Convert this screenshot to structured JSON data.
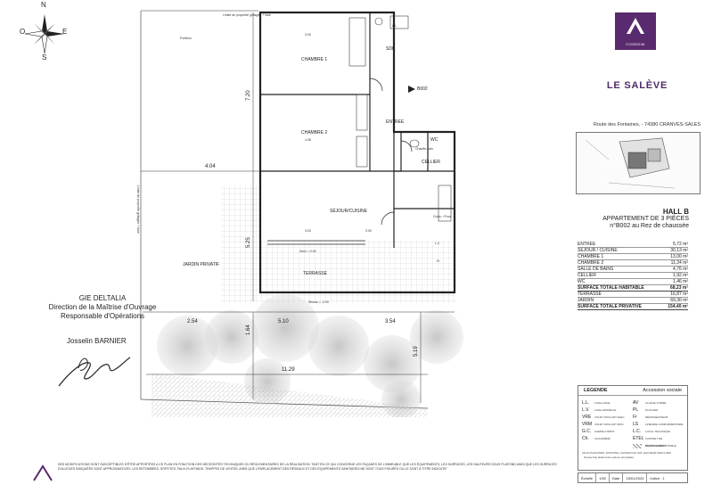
{
  "compass": {
    "n": "N",
    "e": "E",
    "s": "S",
    "w": "O"
  },
  "plan": {
    "top_note": "Limite de propriété grillagée + haie",
    "fenced_note": "Portillon\n90 cm",
    "rooms": {
      "chambre1": "CHAMBRE 1",
      "chambre2": "CHAMBRE 2",
      "sejour": "SÉJOUR/CUISINE",
      "sdb": "SDB",
      "entree": "ENTREE",
      "wc": "WC",
      "cellier": "CELLIER",
      "terrasse": "TERRASSE",
      "jardin": "JARDIN PRIVATIF",
      "ll": "L.L.",
      "lc": "L.C.",
      "fr": "Fr.",
      "cuisson": "Cuiss. +Four",
      "chauffe": "Chauffe-bain",
      "lot": "B002"
    },
    "dims": {
      "w_chambre": "3.00",
      "w_chambre2": "4.38",
      "w_sejour": "3.00",
      "w_top": "3.00",
      "h_total": "7.20",
      "h_jardin": "5.25",
      "h_terr": "1.64",
      "w_jardin": "4.04",
      "seg_a": "2.54",
      "seg_b": "5.10",
      "seg_c": "3.54",
      "diag": "11.29",
      "h_right": "5.19",
      "hsp": "Seuil = 0.00",
      "niveau": "Niveau = -0.00"
    },
    "side_text": "Limite de propriété grillagée + haie"
  },
  "gie": {
    "line1": "GIE DELTALIA",
    "line2": "Direction de la Maîtrise d'Ouvrage",
    "line3": "Responsable d'Opérations",
    "signer": "Josselin BARNIER"
  },
  "brand": {
    "logo": "COGEDIM",
    "residence": "LE SALÈVE"
  },
  "address": "Route des Fontaines, - 74380 CRANVES-SALES",
  "hall": {
    "name": "HALL B",
    "type": "APPARTEMENT DE 3 PIÈCES",
    "lot": "n°B002 au Rez de chaussée"
  },
  "surfaces": [
    {
      "label": "ENTREE",
      "value": "5,72 m²"
    },
    {
      "label": "SEJOUR / CUISINE",
      "value": "30,13 m²"
    },
    {
      "label": "CHAMBRE 1",
      "value": "13,00 m²"
    },
    {
      "label": "CHAMBRE 2",
      "value": "11,24 m²"
    },
    {
      "label": "SALLE DE BAINS",
      "value": "4,76 m²"
    },
    {
      "label": "CELLIER",
      "value": "1,92 m²"
    },
    {
      "label": "WC",
      "value": "1,46 m²"
    }
  ],
  "total_habitable": {
    "label": "SURFACE TOTALE HABITABLE",
    "value": "68,23 m²"
  },
  "exterior": [
    {
      "label": "TERRASSE",
      "value": "16,87 m²"
    },
    {
      "label": "JARDIN",
      "value": "69,30 m²"
    }
  ],
  "total_privative": {
    "label": "SURFACE TOTALE PRIVATIVE",
    "value": "154,40 m²"
  },
  "legend": {
    "title": "LEGENDE",
    "subtitle": "Accession sociale",
    "left": [
      {
        "code": "L.L.",
        "desc": "LAVE-LINGE"
      },
      {
        "code": "L.V.",
        "desc": "LAVE-VAISSELLE"
      },
      {
        "code": "VRE",
        "desc": "VOLET ROULANT ÉLEC."
      },
      {
        "code": "VRM",
        "desc": "VOLET ROULANT MAN."
      },
      {
        "code": "G.C.",
        "desc": "GARDE-CORPS"
      },
      {
        "code": "Ch.",
        "desc": "CHAUDIÈRE"
      }
    ],
    "right": [
      {
        "code": "AV",
        "desc": "ALLÈGE VITRÉE"
      },
      {
        "code": "PL",
        "desc": "PLACARD"
      },
      {
        "code": "Fr",
        "desc": "RÉFRIGÉRATEUR"
      },
      {
        "code": "LS",
        "desc": "LINÉAIRE COMPLÉMENTAIRE"
      },
      {
        "code": "L.C.",
        "desc": "LOCAL TECHNIQUE"
      },
      {
        "code": "ETEL",
        "desc": "COFFRET DE BRANCHEMENT"
      },
      {
        "code": "",
        "desc": "CLOISON DÉMONTABLE"
      }
    ],
    "hatch_note": "FAUX-PLAFONDS, SOFFITES, CAISSON AU SOL HAUTEUR MINI 2,20M",
    "scale_note": "Niveau bas plafond des pièces principales"
  },
  "sheet": {
    "echelle": "Échelle",
    "scale_val": "1/50",
    "date_lbl": "Date",
    "date": "15/01/2024",
    "indice": "Indice : 1"
  },
  "legal": "DES MODIFICATIONS SONT SUSCEPTIBLES D'ÊTRE APPORTÉES A CE PLAN EN FONCTION DES NÉCESSITÉS TECHNIQUES OU RÉGLEMENTAIRES DE LA RÉALISATION. TANT EN CE QUI CONCERNE LES FAÇADES DE L'IMMEUBLE QUE LES ÉQUIPEMENTS, LES SURFACES, LES HAUTEURS SOUS PLAFOND AINSI QUE LES SURFACES D'ALLÈGES INDIQUÉES SONT APPROXIMATIVES. LES RETOMBÉES, SOFFITES, FAUX-PLAFONDS, TRAPPES DE VISITES, AINSI QUE L'EMPLACEMENT DES RÉSEAUX ET DES ÉQUIPEMENTS SANITAIRES NE SONT TOUS FIGURÉS OU LE SONT À TITRE INDICATIF."
}
